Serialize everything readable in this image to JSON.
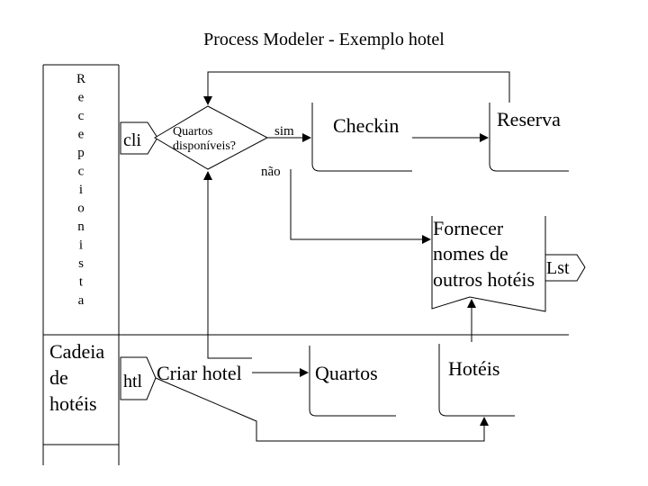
{
  "title": "Process Modeler - Exemplo hotel",
  "lanes": [
    {
      "label": "Recepcionista"
    },
    {
      "label_lines": [
        "Cadeia",
        "de",
        "hotéis"
      ]
    }
  ],
  "events": {
    "cli": "cli",
    "htl": "htl",
    "lst": "Lst"
  },
  "decision": {
    "lines": [
      "Quartos",
      "disponíveis?"
    ],
    "yes": "sim",
    "no": "não"
  },
  "activities": {
    "checkin": "Checkin",
    "reserva": "Reserva",
    "fornecer": [
      "Fornecer",
      "nomes de",
      "outros hotéis"
    ],
    "criar_hotel": "Criar hotel",
    "quartos": "Quartos",
    "hoteis": "Hotéis"
  }
}
